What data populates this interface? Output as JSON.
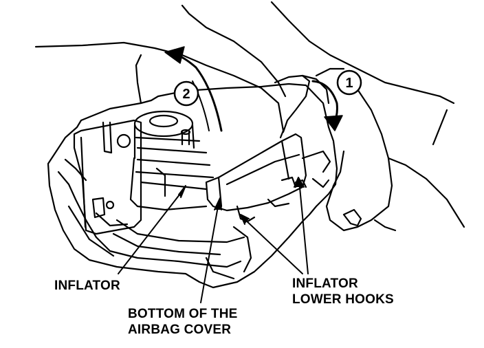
{
  "labels": {
    "inflator": "INFLATOR",
    "bottom_cover_line1": "BOTTOM OF THE",
    "bottom_cover_line2": "AIRBAG COVER",
    "lower_hooks_line1": "INFLATOR",
    "lower_hooks_line2": "LOWER HOOKS"
  },
  "steps": {
    "step1": "1",
    "step2": "2"
  },
  "colors": {
    "ink": "#000000",
    "paper": "#ffffff"
  }
}
